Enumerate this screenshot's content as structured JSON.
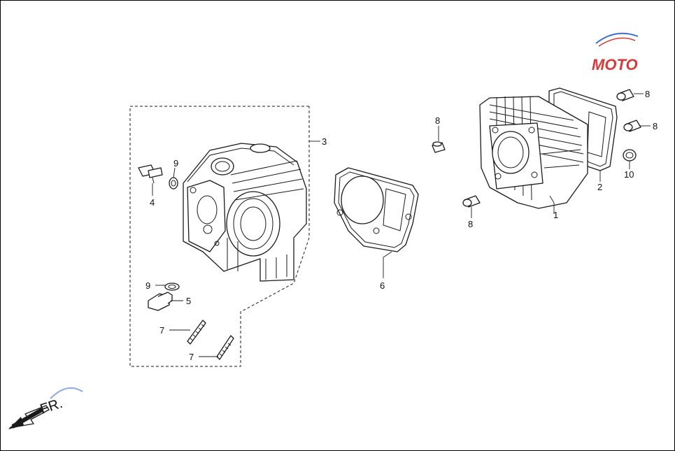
{
  "diagram": {
    "direction_label": "FR.",
    "watermark": "MOTO",
    "callouts": [
      {
        "id": "c1",
        "text": "1"
      },
      {
        "id": "c2",
        "text": "2"
      },
      {
        "id": "c3",
        "text": "3"
      },
      {
        "id": "c4",
        "text": "4"
      },
      {
        "id": "c5",
        "text": "5"
      },
      {
        "id": "c6",
        "text": "6"
      },
      {
        "id": "c7a",
        "text": "7"
      },
      {
        "id": "c7b",
        "text": "7"
      },
      {
        "id": "c8a",
        "text": "8"
      },
      {
        "id": "c8b",
        "text": "8"
      },
      {
        "id": "c8c",
        "text": "8"
      },
      {
        "id": "c8d",
        "text": "8"
      },
      {
        "id": "c9a",
        "text": "9"
      },
      {
        "id": "c9b",
        "text": "9"
      },
      {
        "id": "c10",
        "text": "10"
      }
    ],
    "colors": {
      "line": "#1a1a1a",
      "watermark_red": "#d63a3a",
      "watermark_blue": "#3a6fd6"
    }
  }
}
